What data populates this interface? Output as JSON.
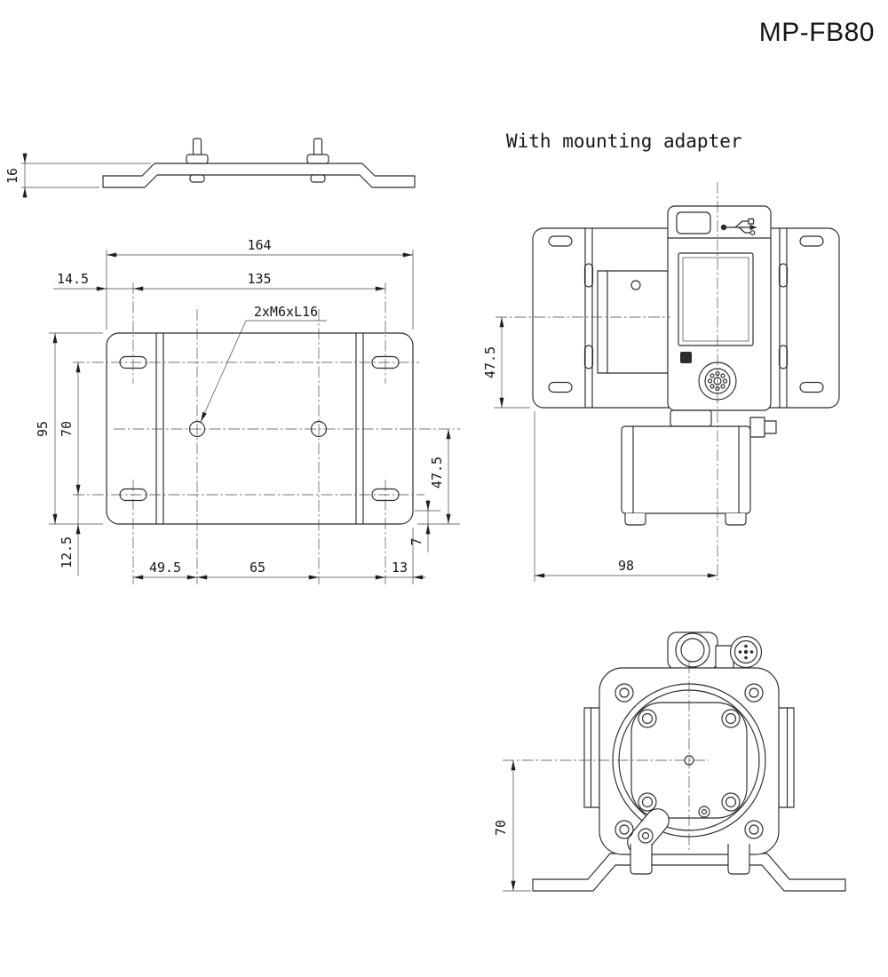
{
  "title": "MP-FB80",
  "caption": "With mounting adapter",
  "dims": {
    "bracket_height": "16",
    "overall_width": "164",
    "edge_to_slot": "14.5",
    "slot_span": "135",
    "thread_callout": "2xM6xL16",
    "overall_height": "95",
    "slot_vspan": "70",
    "slot_to_bottom": "12.5",
    "slot_to_hole": "49.5",
    "hole_span": "65",
    "slot_to_edge": "13",
    "center_to_bottom": "47.5",
    "edge_offset_small": "7",
    "side_center_to_plate_bottom": "47.5",
    "side_edge_to_center": "98",
    "front_center_to_base": "70"
  }
}
